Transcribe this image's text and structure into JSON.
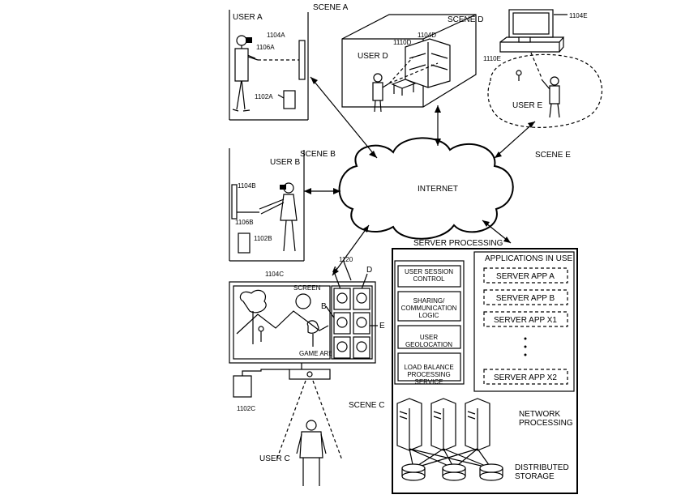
{
  "scene_a": {
    "title": "SCENE A",
    "user": "USER A",
    "ref_display": "1104A",
    "ref_controller": "1106A",
    "ref_console": "1102A"
  },
  "scene_b": {
    "title": "SCENE B",
    "user": "USER B",
    "ref_display": "1104B",
    "ref_controller": "1106B",
    "ref_console": "1102B"
  },
  "scene_c": {
    "title": "SCENE C",
    "user": "USER C",
    "ref_display": "1104C",
    "ref_console": "1102C",
    "ref_panel": "1120",
    "screen_label": "SCREEN",
    "game_area_label": "GAME AREA",
    "panel_letters": [
      "A",
      "D",
      "B",
      "E"
    ]
  },
  "scene_d": {
    "title": "SCENE D",
    "user": "USER D",
    "ref_camera": "1110D",
    "ref_display": "1104D"
  },
  "scene_e": {
    "title": "SCENE E",
    "user": "USER E",
    "ref_display": "1104E",
    "ref_camera": "1110E"
  },
  "internet": {
    "label": "INTERNET"
  },
  "server": {
    "title": "SERVER PROCESSING",
    "services": [
      "USER SESSION CONTROL",
      "SHARING/ COMMUNICATION LOGIC",
      "USER GEOLOCATION",
      "LOAD BALANCE PROCESSING SERVICE"
    ],
    "apps_title": "APPLICATIONS IN USE",
    "apps": [
      "SERVER APP A",
      "SERVER APP B",
      "SERVER APP X1",
      "SERVER APP X2"
    ],
    "network_label": "NETWORK PROCESSING",
    "storage_label": "DISTRIBUTED STORAGE"
  }
}
